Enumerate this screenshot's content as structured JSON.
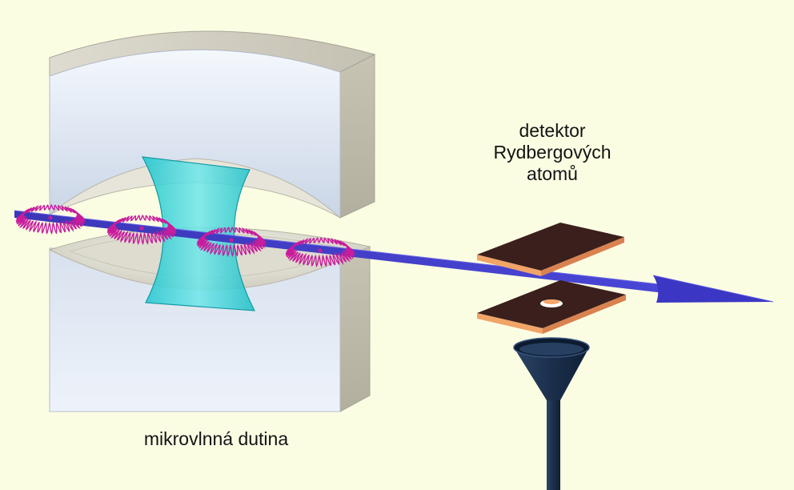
{
  "labels": {
    "detector_line1": "detektor",
    "detector_line2": "Rydbergových",
    "detector_line3": "atomů",
    "cavity": "mikrovlnná dutina"
  },
  "colors": {
    "background": "#fbfde3",
    "mirror_face": "#dde6f3",
    "mirror_edge": "#c9c6b7",
    "field_mode": "#2fd3d8",
    "atom_orbit": "#c81c9c",
    "beam": "#3836c0",
    "detector_plate": "#3a1f1c",
    "detector_edge": "#f09a5a",
    "funnel": "#1f3554"
  },
  "atoms": {
    "count": 4
  }
}
